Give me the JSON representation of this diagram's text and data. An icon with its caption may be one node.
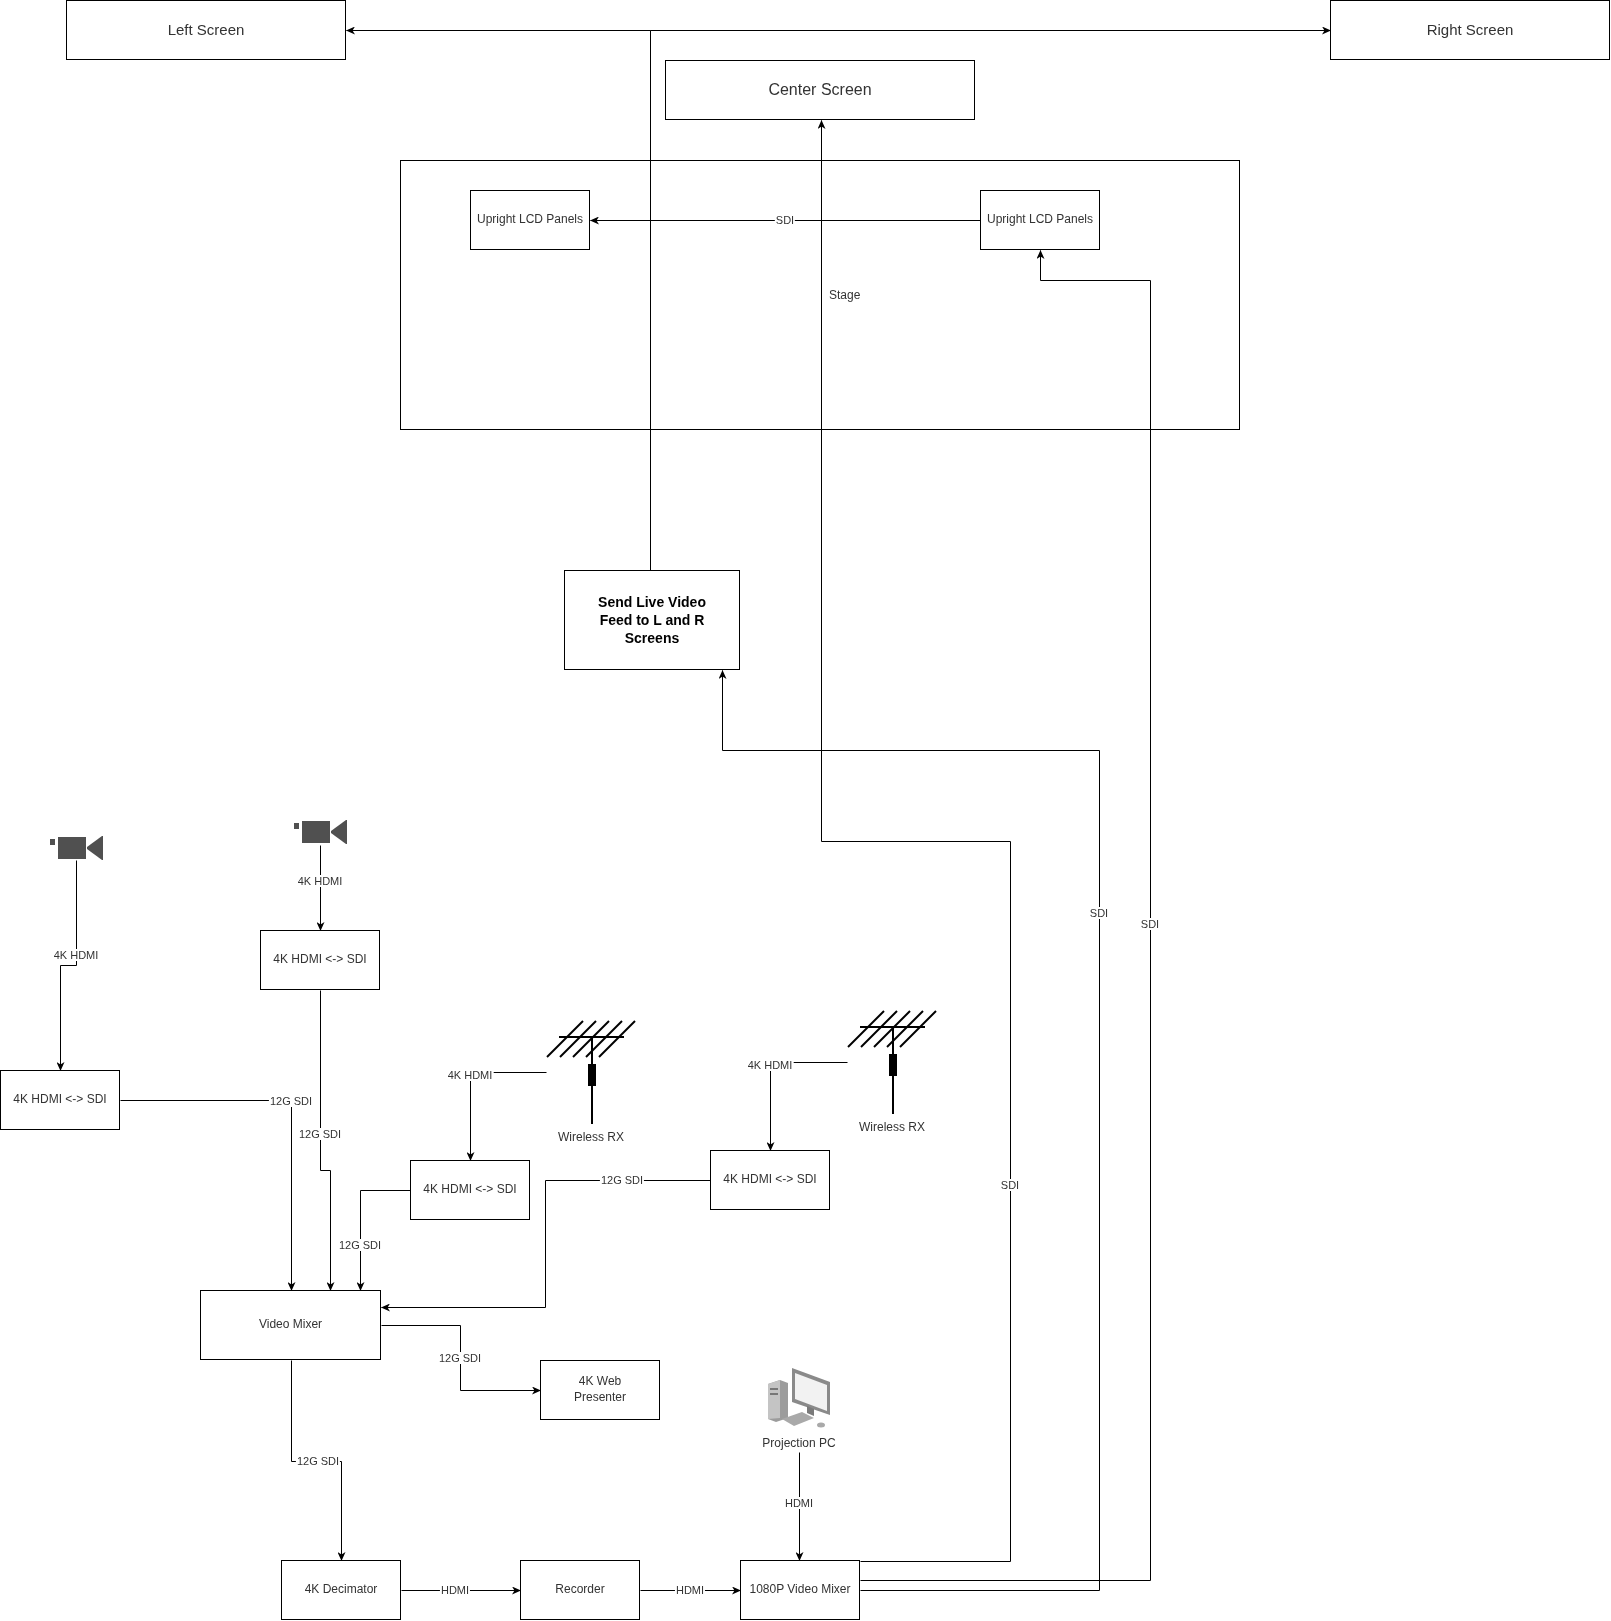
{
  "diagram": {
    "nodes": [
      {
        "text": [
          "Left Screen"
        ]
      },
      {
        "text": [
          "Right Screen"
        ]
      },
      {
        "text": [
          "Center Screen"
        ]
      },
      {
        "text": [
          "Stage"
        ]
      },
      {
        "text": [
          "Upright LCD Panels"
        ],
        "in": 3
      },
      {
        "text": [
          "Upright LCD Panels"
        ],
        "in": 3
      },
      {
        "text": [
          "Send Live Video Feed to L and R Screens"
        ]
      },
      {
        "text": [],
        "shape": "picture"
      },
      {
        "text": [],
        "shape": "picture"
      },
      {
        "text": [
          "4K HDMI <-> SDI"
        ]
      },
      {
        "text": [
          "4K HDMI <-> SDI"
        ]
      },
      {
        "text": [
          "Wireless RX"
        ]
      },
      {
        "text": [
          "Wireless RX"
        ]
      },
      {
        "text": [
          "4K HDMI <-> SDI"
        ]
      },
      {
        "text": [
          "4K HDMI <-> SDI"
        ]
      },
      {
        "text": [
          "Video Mixer"
        ]
      },
      {
        "text": [
          "4K Web Presenter"
        ]
      },
      {
        "text": [
          "Projection PC"
        ]
      },
      {
        "text": [
          "4K Decimator"
        ]
      },
      {
        "text": [
          "Recorder"
        ]
      },
      {
        "text": [
          "1080P Video Mixer"
        ]
      }
    ],
    "edges": [
      {
        "from": 6,
        "to": 0,
        "arrow": "to"
      },
      {
        "from": 6,
        "to": 1,
        "arrow": "to"
      },
      {
        "from": 5,
        "to": 4,
        "arrow": "to",
        "label": "SDI"
      },
      {
        "from": 20,
        "to": 2,
        "arrow": "to",
        "label": "SDI"
      },
      {
        "from": 20,
        "to": 6,
        "arrow": "to",
        "label": "SDI"
      },
      {
        "from": 20,
        "to": 5,
        "arrow": "to",
        "label": "SDI"
      },
      {
        "from": 7,
        "to": 10,
        "arrow": "to",
        "label": "4K HDMI"
      },
      {
        "from": 8,
        "to": 9,
        "arrow": "to",
        "label": "4K HDMI"
      },
      {
        "from": 10,
        "to": 15,
        "arrow": "to",
        "label": "12G SDI"
      },
      {
        "from": 9,
        "to": 15,
        "arrow": "to",
        "label": "12G SDI"
      },
      {
        "from": 11,
        "to": 13,
        "arrow": "to",
        "label": "4K HDMI"
      },
      {
        "from": 13,
        "to": 15,
        "arrow": "to",
        "label": "12G SDI"
      },
      {
        "from": 12,
        "to": 14,
        "arrow": "to",
        "label": "4K HDMI"
      },
      {
        "from": 14,
        "to": 15,
        "arrow": "to",
        "label": "12G SDI"
      },
      {
        "from": 15,
        "to": 16,
        "arrow": "to",
        "label": "12G SDI"
      },
      {
        "from": 15,
        "to": 18,
        "arrow": "to",
        "label": "12G SDI"
      },
      {
        "from": 18,
        "to": 19,
        "arrow": "to",
        "label": "HDMI"
      },
      {
        "from": 19,
        "to": 20,
        "arrow": "to",
        "label": "HDMI"
      },
      {
        "from": 17,
        "to": 20,
        "arrow": "to",
        "label": "HDMI"
      }
    ]
  }
}
